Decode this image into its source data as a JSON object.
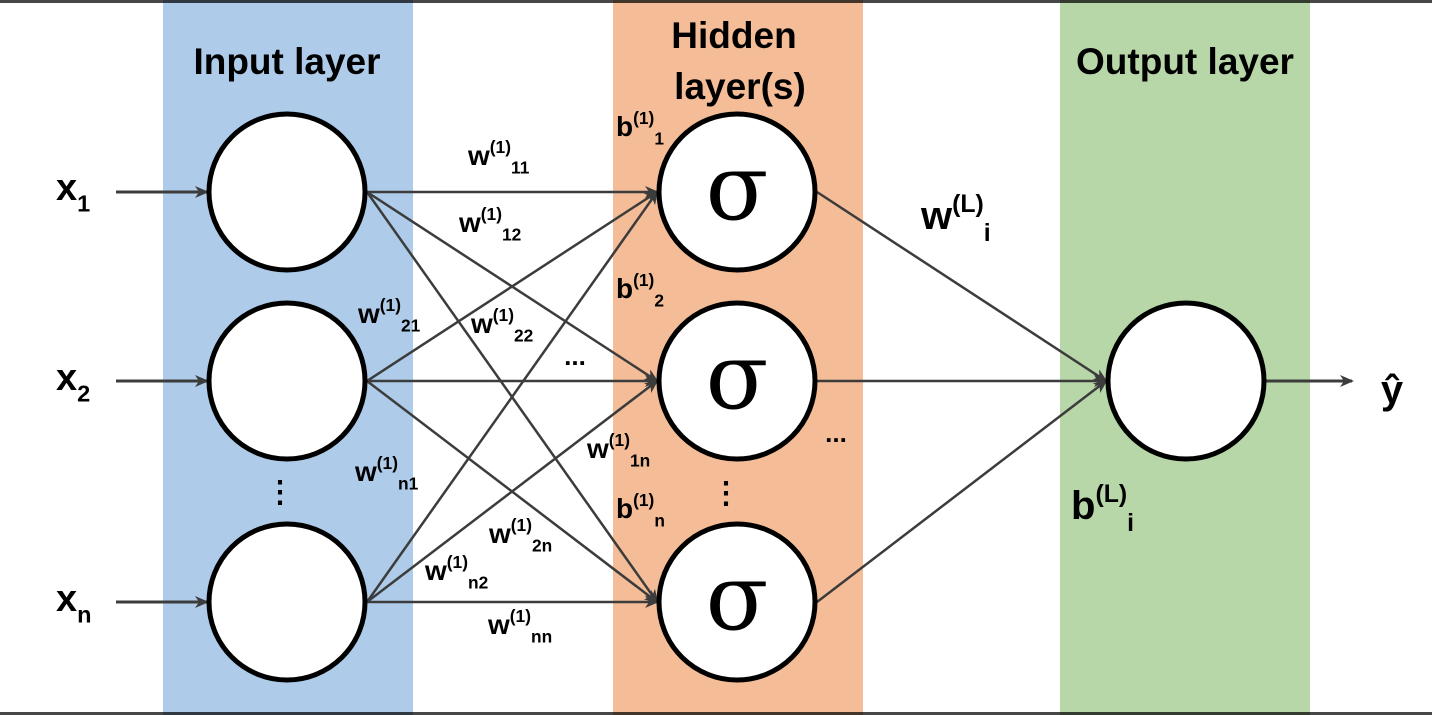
{
  "colors": {
    "input_band": "#aecce9",
    "hidden_band": "#f5bd97",
    "output_band": "#b8d7a8",
    "edge": "#3c3c3c",
    "node_stroke": "#000000",
    "node_fill": "#ffffff",
    "frame": "#000000"
  },
  "layers": [
    {
      "id": "input",
      "title_lines": [
        "Input layer"
      ]
    },
    {
      "id": "hidden",
      "title_lines": [
        "Hidden",
        "layer(s)"
      ]
    },
    {
      "id": "output",
      "title_lines": [
        "Output layer"
      ]
    }
  ],
  "inputs": [
    {
      "base": "x",
      "sub": "1"
    },
    {
      "base": "x",
      "sub": "2"
    },
    {
      "base": "x",
      "sub": "n"
    }
  ],
  "hidden_symbol": "σ",
  "biases_hidden": [
    {
      "base": "b",
      "sup": "(1)",
      "sub": "1"
    },
    {
      "base": "b",
      "sup": "(1)",
      "sub": "2"
    },
    {
      "base": "b",
      "sup": "(1)",
      "sub": "n"
    }
  ],
  "weights_hidden": [
    {
      "base": "w",
      "sup": "(1)",
      "sub": "11"
    },
    {
      "base": "w",
      "sup": "(1)",
      "sub": "12"
    },
    {
      "base": "w",
      "sup": "(1)",
      "sub": "21"
    },
    {
      "base": "w",
      "sup": "(1)",
      "sub": "22"
    },
    {
      "base": "w",
      "sup": "(1)",
      "sub": "1n"
    },
    {
      "base": "w",
      "sup": "(1)",
      "sub": "n1"
    },
    {
      "base": "w",
      "sup": "(1)",
      "sub": "2n"
    },
    {
      "base": "w",
      "sup": "(1)",
      "sub": "n2"
    },
    {
      "base": "w",
      "sup": "(1)",
      "sub": "nn"
    }
  ],
  "weight_output": {
    "base": "w",
    "sup": "(L)",
    "sub": "i"
  },
  "bias_output": {
    "base": "b",
    "sup": "(L)",
    "sub": "i"
  },
  "output_label": "ŷ",
  "ellipsis_h": "...",
  "ellipsis_v": "⋮"
}
